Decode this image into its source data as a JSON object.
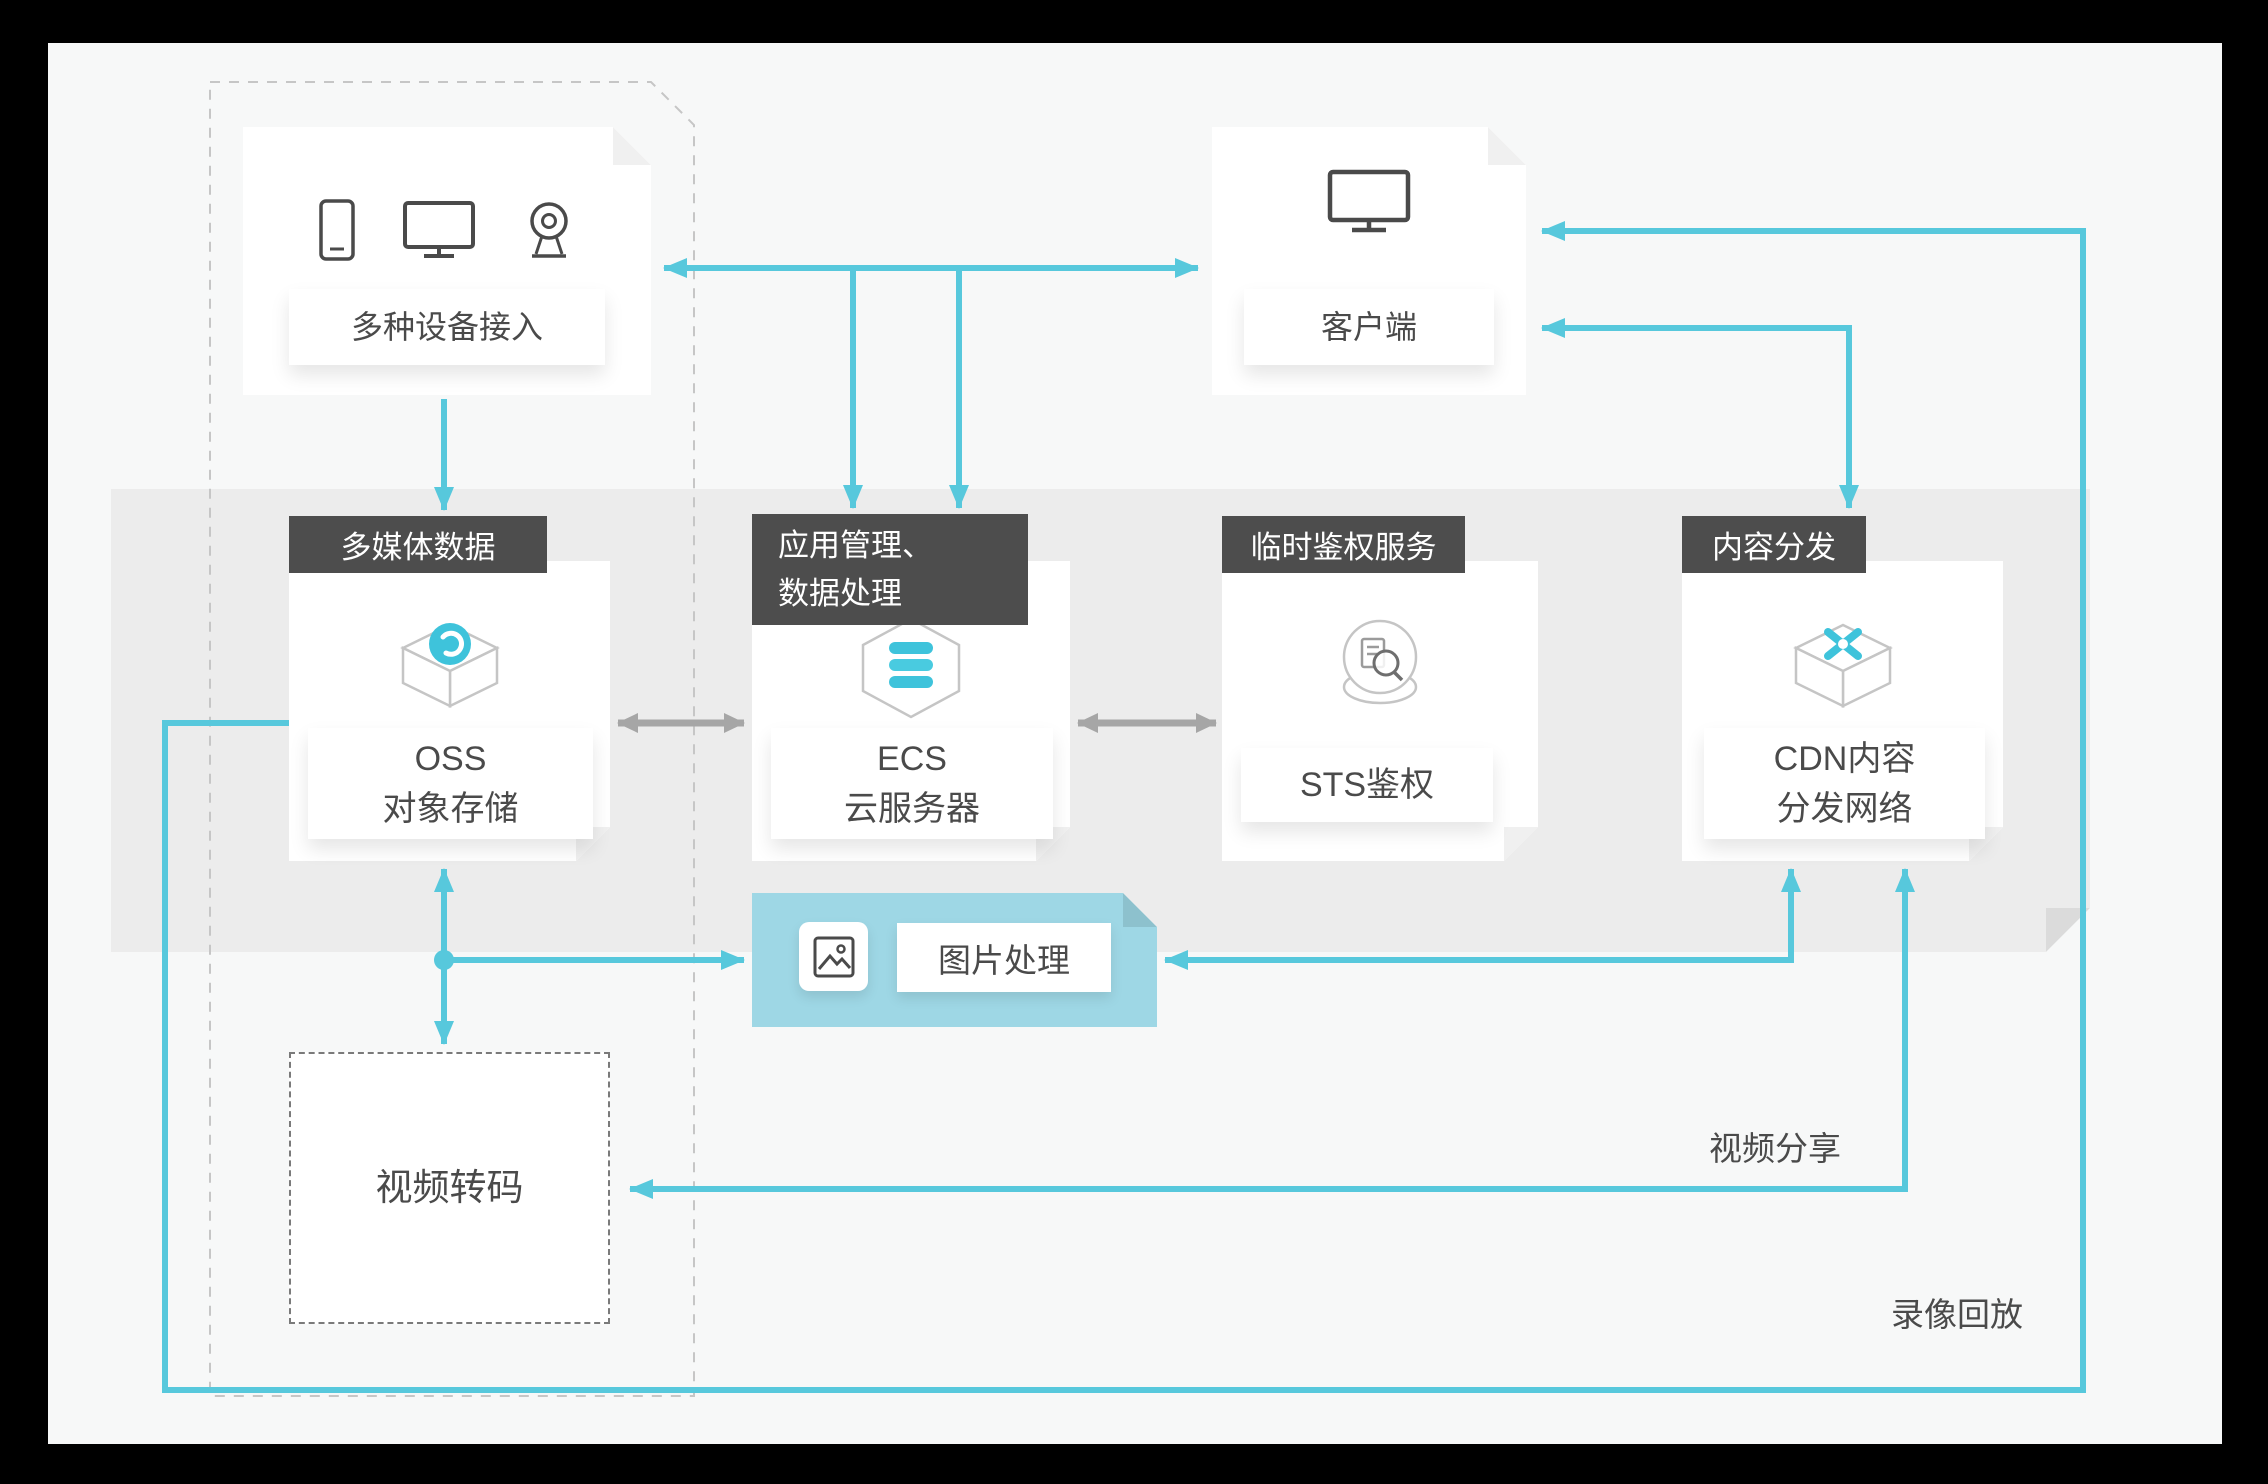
{
  "colors": {
    "frame_bg": "#000000",
    "canvas_bg": "#F7F8F8",
    "band_bg": "#ECECEC",
    "accent_arrow": "#57C8DC",
    "gray_arrow": "#A6A6A6",
    "tag_bg": "#4D4D4D",
    "image_processing_bg": "#9ED7E5",
    "text": "#4A4A4A",
    "icon_cyan": "#3EC3DB"
  },
  "nodes": {
    "devices": {
      "label": "多种设备接入"
    },
    "client": {
      "label": "客户端"
    },
    "oss": {
      "tag": "多媒体数据",
      "name": "OSS",
      "subtitle": "对象存储"
    },
    "ecs": {
      "tag_line1": "应用管理、",
      "tag_line2": "数据处理",
      "name": "ECS",
      "subtitle": "云服务器"
    },
    "sts": {
      "tag": "临时鉴权服务",
      "name": "STS鉴权"
    },
    "cdn": {
      "tag": "内容分发",
      "name": "CDN内容",
      "subtitle": "分发网络"
    },
    "image_processing": {
      "label": "图片处理"
    },
    "video_transcode": {
      "label": "视频转码"
    }
  },
  "edge_labels": {
    "video_share": "视频分享",
    "video_playback": "录像回放"
  },
  "icons": {
    "devices": [
      "smartphone-icon",
      "monitor-icon",
      "webcam-icon"
    ],
    "client": "monitor-icon",
    "oss": "oss-storage-box-icon",
    "ecs": "ecs-server-hexagon-icon",
    "sts": "sts-auth-magnifier-icon",
    "cdn": "cdn-distribution-box-icon",
    "image_processing": "picture-icon"
  }
}
